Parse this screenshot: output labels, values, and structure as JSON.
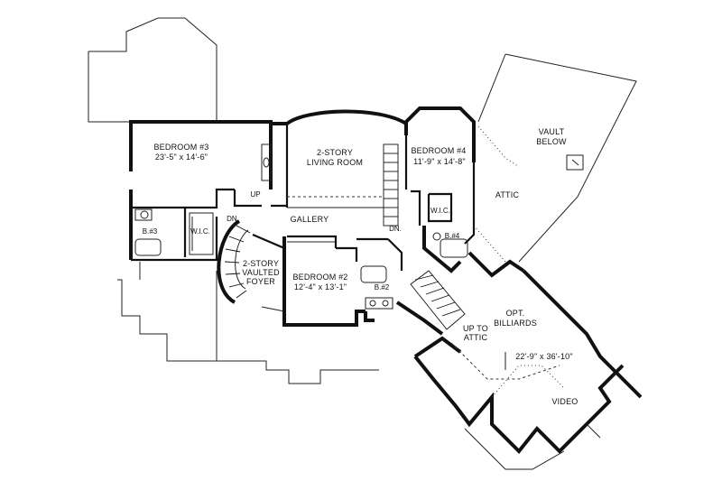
{
  "rooms": {
    "bedroom3": {
      "name": "BEDROOM #3",
      "size": "23'-5\" x 14'-6\""
    },
    "living": {
      "line1": "2-STORY",
      "line2": "LIVING ROOM"
    },
    "bedroom4": {
      "name": "BEDROOM #4",
      "size": "11'-9\" x 14'-8\""
    },
    "vault": {
      "line1": "VAULT",
      "line2": "BELOW"
    },
    "attic": "ATTIC",
    "gallery": "GALLERY",
    "bath3": "B.#3",
    "wic_left": "W.I.C.",
    "wic_right": "W.I.C.",
    "bath4": "B.#4",
    "foyer": {
      "line1": "2-STORY",
      "line2": "VAULTED",
      "line3": "FOYER"
    },
    "bedroom2": {
      "name": "BEDROOM #2",
      "size": "12'-4\" x 13'-1\""
    },
    "bath2": "B.#2",
    "billiards": {
      "line1": "OPT.",
      "line2": "BILLIARDS",
      "size": "22'-9\" x 36'-10\""
    },
    "up_to_attic": {
      "line1": "UP TO",
      "line2": "ATTIC"
    },
    "video": "VIDEO"
  },
  "stairs": {
    "up": "UP",
    "dn_left": "DN.",
    "dn_center": "DN."
  }
}
